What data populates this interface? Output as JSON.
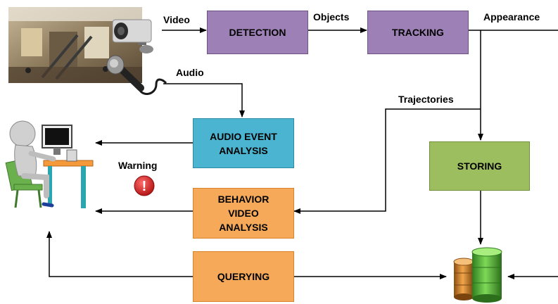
{
  "nodes": {
    "detection": "DETECTION",
    "tracking": "TRACKING",
    "audio_event": "AUDIO EVENT\nANALYSIS",
    "behavior": "BEHAVIOR\nVIDEO\nANALYSIS",
    "querying": "QUERYING",
    "storing": "STORING"
  },
  "labels": {
    "video": "Video",
    "objects": "Objects",
    "appearance": "Appearance",
    "audio": "Audio",
    "trajectories": "Trajectories",
    "warning": "Warning",
    "warning_glyph": "!"
  },
  "colors": {
    "detection": "#9d80b5",
    "tracking": "#9d80b5",
    "audio_event": "#4bb4d0",
    "behavior": "#f7a95a",
    "querying": "#f7a95a",
    "storing": "#9dbe5f",
    "warning_icon": "#d42a2a",
    "arrow": "#000000"
  },
  "icons": [
    "surveillance-camera-icon",
    "mall-scene-image",
    "microphone-icon",
    "user-at-computer-icon",
    "database-icon",
    "warning-icon"
  ]
}
